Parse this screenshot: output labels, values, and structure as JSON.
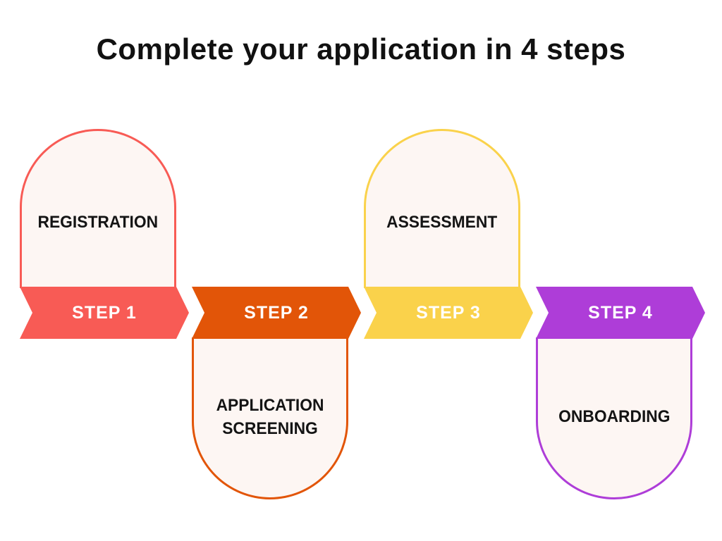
{
  "title": "Complete your application in 4 steps",
  "background_color": "#FFFFFF",
  "card_fill_color": "#FDF6F3",
  "title_text_color": "#111111",
  "card_label_text_color": "#141414",
  "step_label_text_color": "#FFFFFF",
  "steps": [
    {
      "step_label": "STEP 1",
      "name": "REGISTRATION",
      "color": "#F85B55",
      "arch_position": "top"
    },
    {
      "step_label": "STEP 2",
      "name": "APPLICATION SCREENING",
      "color": "#E25508",
      "arch_position": "bottom"
    },
    {
      "step_label": "STEP 3",
      "name": "ASSESSMENT",
      "color": "#FAD24B",
      "arch_position": "top"
    },
    {
      "step_label": "STEP 4",
      "name": "ONBOARDING",
      "color": "#AE3DD8",
      "arch_position": "bottom"
    }
  ]
}
